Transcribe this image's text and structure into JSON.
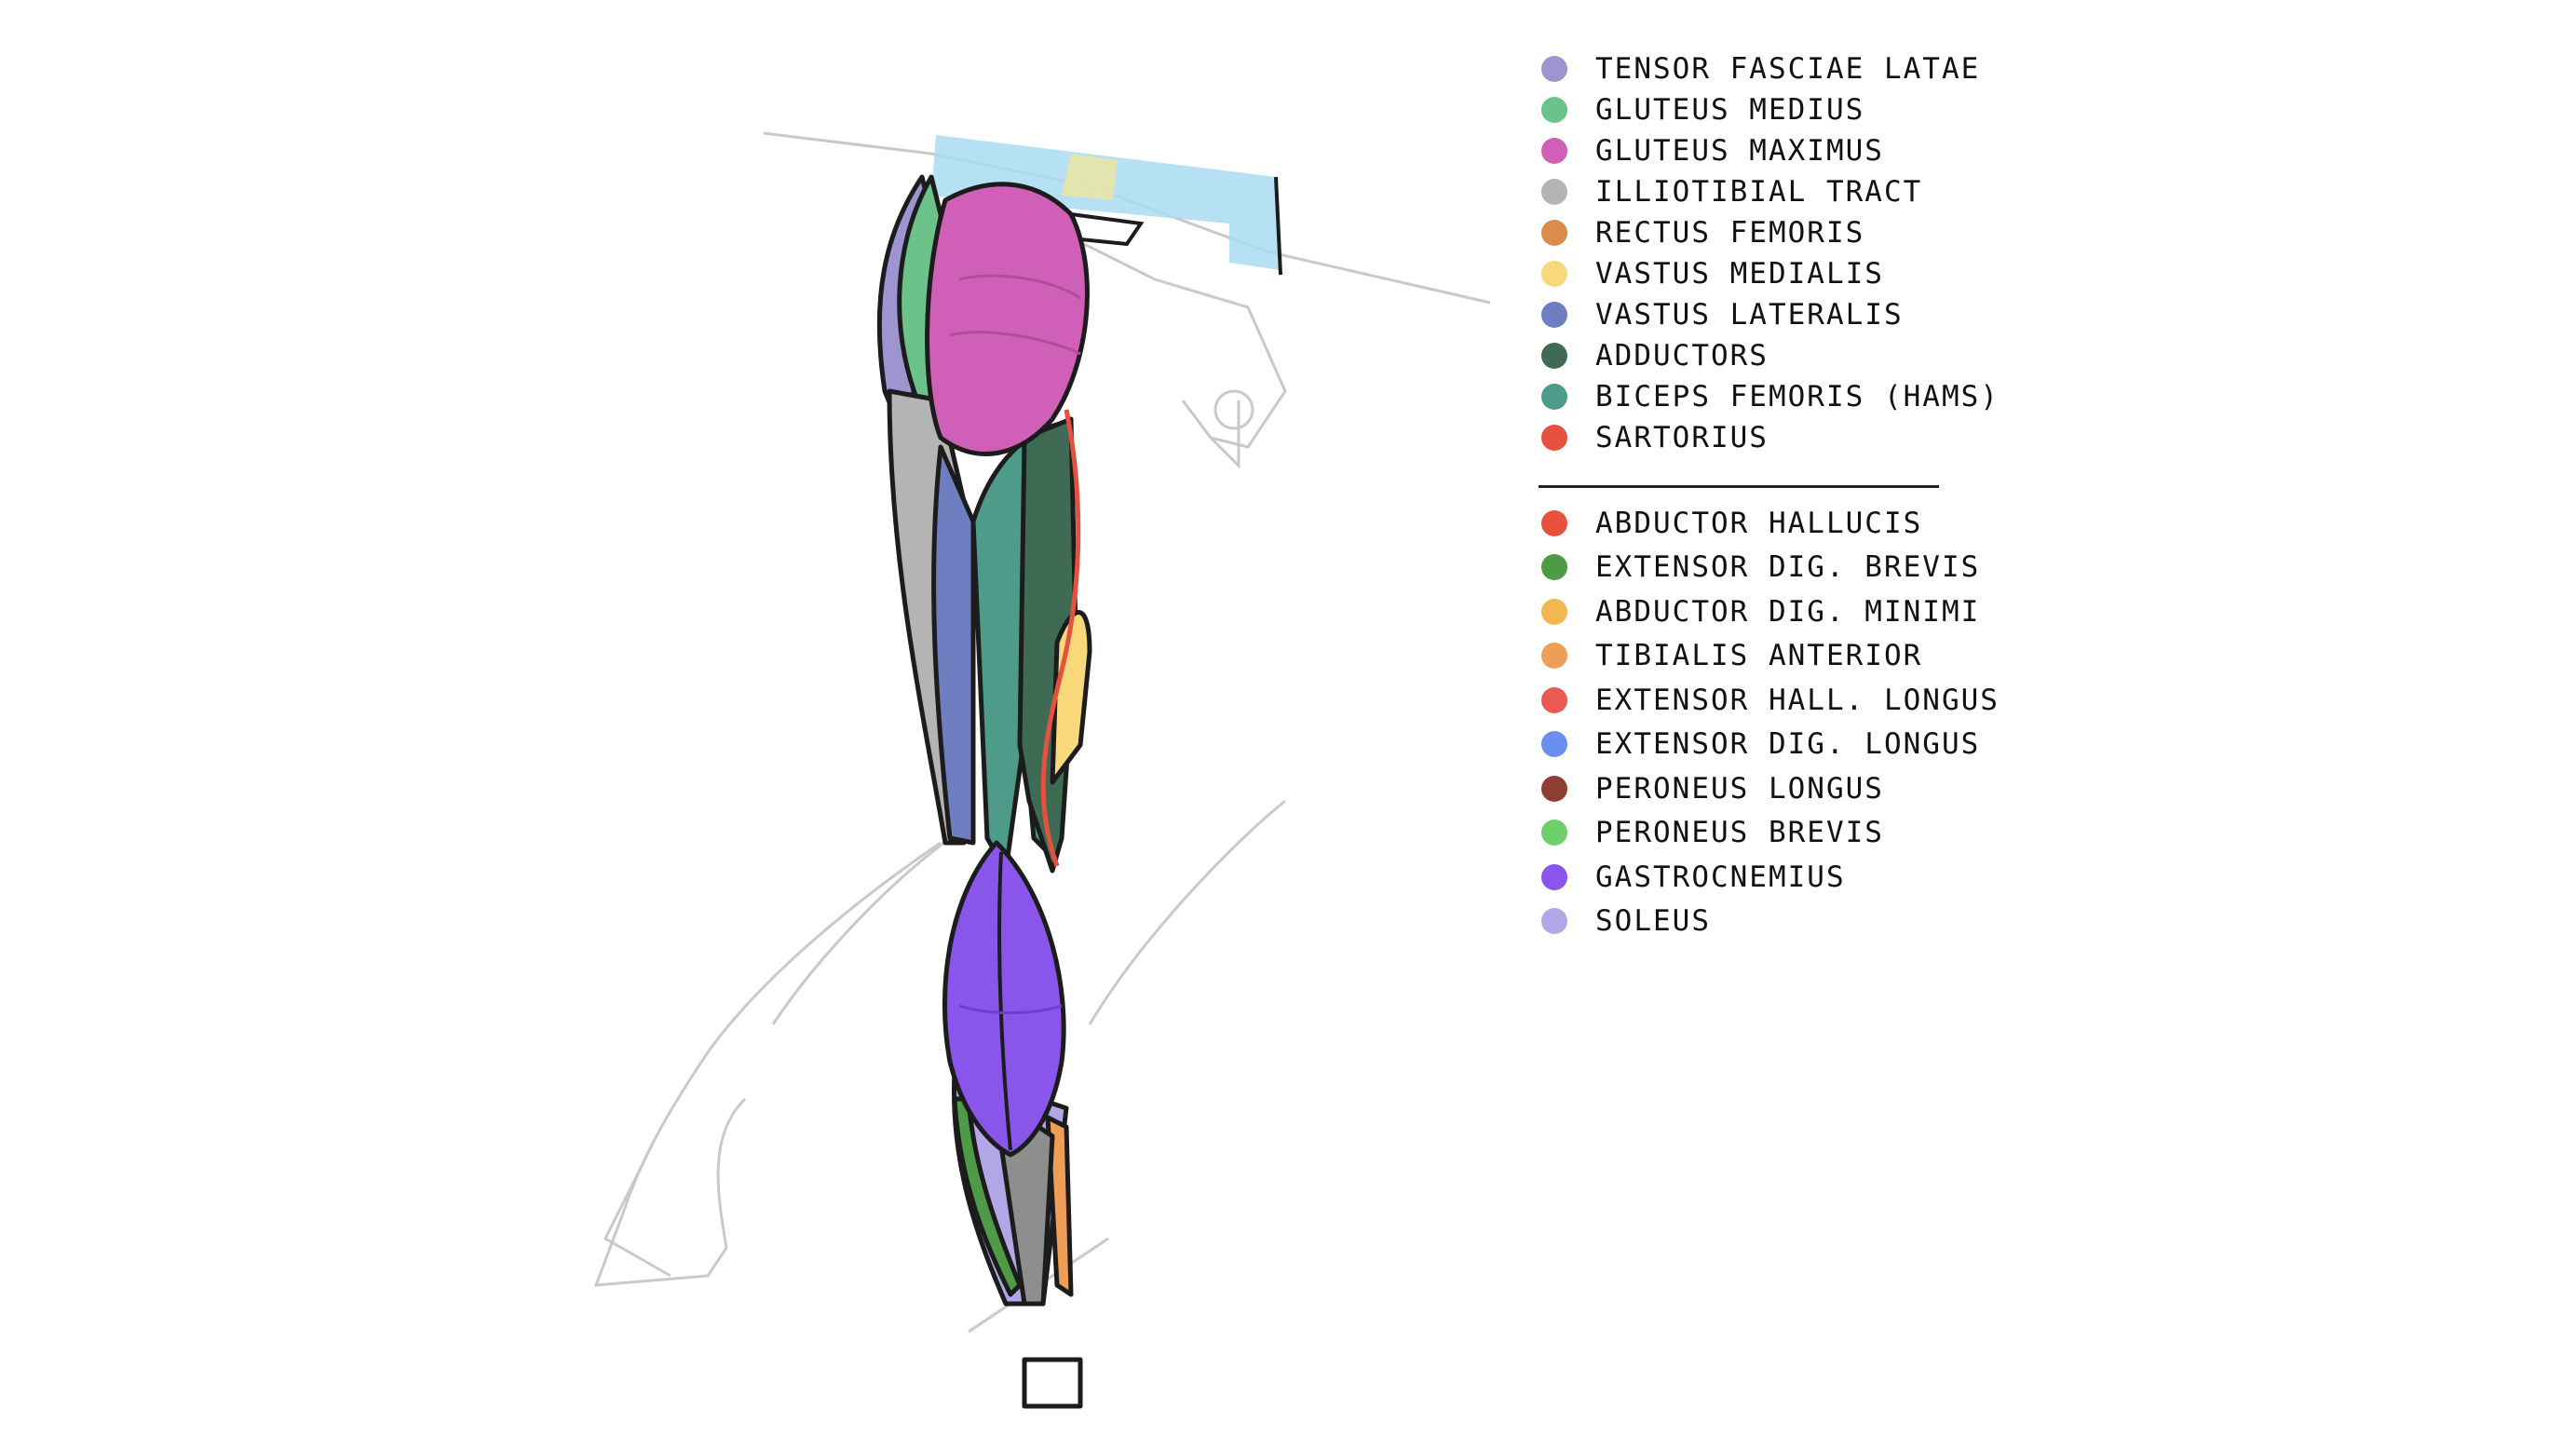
{
  "legend_upper": [
    {
      "label": "Tensor fasciae latae",
      "color": "#9c95d0"
    },
    {
      "label": "Gluteus medius",
      "color": "#6cc28b"
    },
    {
      "label": "Gluteus maximus",
      "color": "#d05fb8"
    },
    {
      "label": "Illiotibial tract",
      "color": "#b4b4b4"
    },
    {
      "label": "Rectus femoris",
      "color": "#d98c4b"
    },
    {
      "label": "Vastus medialis",
      "color": "#f7d97a"
    },
    {
      "label": "Vastus lateralis",
      "color": "#6f7dc1"
    },
    {
      "label": "Adductors",
      "color": "#3f6b55"
    },
    {
      "label": "Biceps femoris (hams)",
      "color": "#4d9b88"
    },
    {
      "label": "Sartorius",
      "color": "#e6503f"
    }
  ],
  "legend_lower": [
    {
      "label": "Abductor hallucis",
      "color": "#e8503e"
    },
    {
      "label": "Extensor dig. brevis",
      "color": "#4f9a46"
    },
    {
      "label": "Abductor dig. minimi",
      "color": "#f2b750"
    },
    {
      "label": "Tibialis anterior",
      "color": "#ef9e58"
    },
    {
      "label": "Extensor hall. longus",
      "color": "#e95a55"
    },
    {
      "label": "Extensor dig. longus",
      "color": "#6a8ff0"
    },
    {
      "label": "Peroneus longus",
      "color": "#8d3f32"
    },
    {
      "label": "Peroneus brevis",
      "color": "#6fd06a"
    },
    {
      "label": "Gastrocnemius",
      "color": "#8a55ea"
    },
    {
      "label": "Soleus",
      "color": "#b3a6e6"
    }
  ],
  "colors": {
    "outline": "#1c1c1c",
    "sketch": "#c9c9c9",
    "pelvis": "#a9dbf2"
  }
}
